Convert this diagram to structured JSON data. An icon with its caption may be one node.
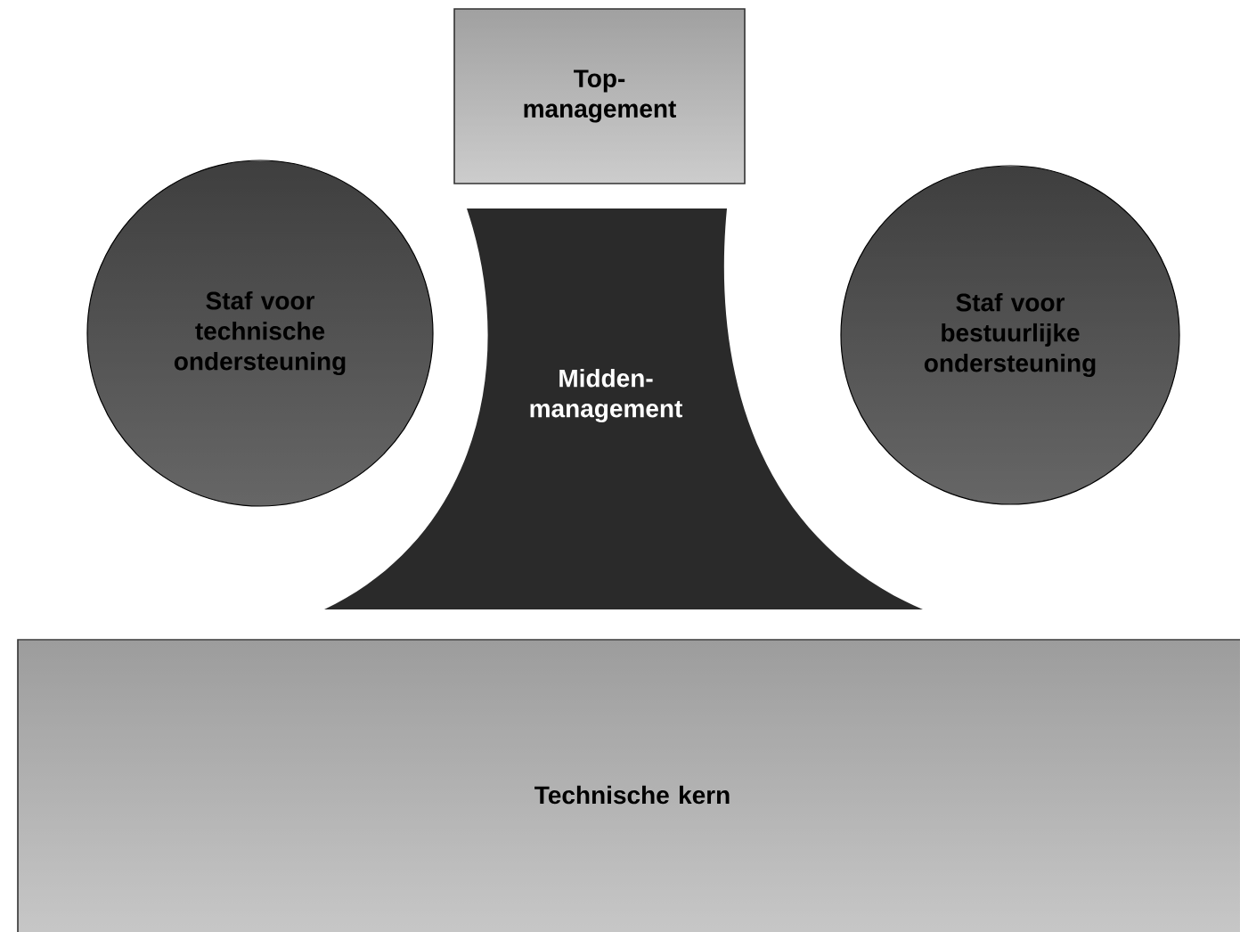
{
  "diagram": {
    "nodes": [
      {
        "text": [
          "Top-management"
        ]
      },
      {
        "text": [
          "Staf voor technische ondersteuning"
        ]
      },
      {
        "text": [
          "Midden-management"
        ]
      },
      {
        "text": [
          "Staf voor bestuurlijke ondersteuning"
        ]
      },
      {
        "text": [
          "Technische kern"
        ]
      }
    ]
  }
}
